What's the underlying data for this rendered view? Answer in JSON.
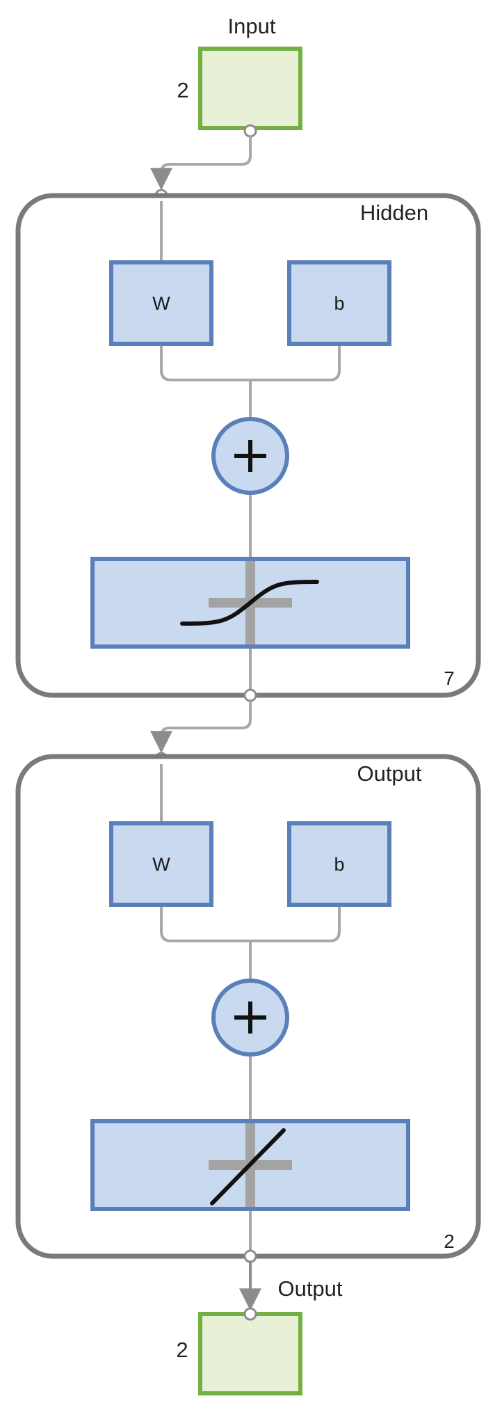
{
  "input": {
    "title": "Input",
    "size": "2"
  },
  "hidden_layer": {
    "title": "Hidden",
    "weight_label": "W",
    "bias_label": "b",
    "sum_icon": "plus-icon",
    "transfer_icon": "sigmoid-curve-icon",
    "size": "7"
  },
  "output_layer": {
    "title": "Output",
    "weight_label": "W",
    "bias_label": "b",
    "sum_icon": "plus-icon",
    "transfer_icon": "linear-line-icon",
    "size": "2"
  },
  "output": {
    "title": "Output",
    "size": "2"
  },
  "colors": {
    "io_fill": "#e8f1d6",
    "io_border": "#72b043",
    "node_fill": "#c8d9f0",
    "node_border": "#5b7fb8",
    "layer_border": "#7a7a7a",
    "wire": "#a8a8a8",
    "ink": "#1a1a1a"
  }
}
